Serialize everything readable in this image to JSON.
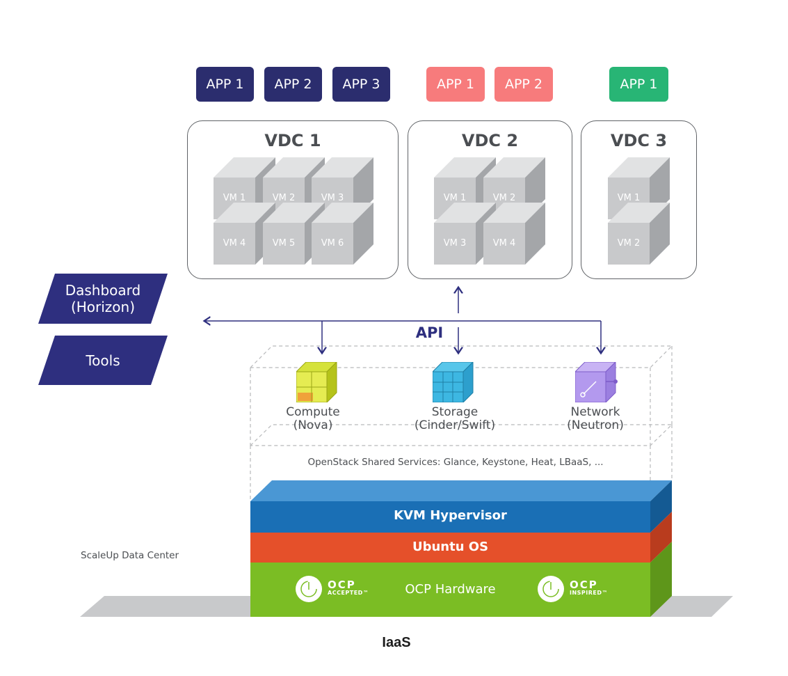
{
  "apps": {
    "group1": [
      "APP 1",
      "APP 2",
      "APP 3"
    ],
    "group2": [
      "APP 1",
      "APP 2"
    ],
    "group3": [
      "APP 1"
    ]
  },
  "colors": {
    "navy": "#2b2d6e",
    "coral": "#f77b7c",
    "green": "#28b575",
    "kvm_blue": "#1a6fb5",
    "ubuntu_orange": "#e5502a",
    "ocp_green": "#7bbd24",
    "api_arrow": "#2e2f7f"
  },
  "vdcs": [
    {
      "title": "VDC 1",
      "vms": [
        "VM 1",
        "VM 2",
        "VM 3",
        "VM 4",
        "VM 5",
        "VM 6"
      ]
    },
    {
      "title": "VDC 2",
      "vms": [
        "VM 1",
        "VM 2",
        "VM 3",
        "VM 4"
      ]
    },
    {
      "title": "VDC 3",
      "vms": [
        "VM 1",
        "VM 2"
      ]
    }
  ],
  "side_tools": {
    "dashboard": "Dashboard (Horizon)",
    "tools": "Tools"
  },
  "api_label": "API",
  "services": [
    {
      "name": "Compute",
      "sub": "(Nova)",
      "icon": "compute-cube-icon"
    },
    {
      "name": "Storage",
      "sub": "(Cinder/Swift)",
      "icon": "storage-cube-icon"
    },
    {
      "name": "Network",
      "sub": "(Neutron)",
      "icon": "network-cube-icon"
    }
  ],
  "shared_services": "OpenStack Shared Services: Glance, Keystone, Heat, LBaaS, ...",
  "layers": {
    "kvm": "KVM Hypervisor",
    "ubuntu": "Ubuntu OS",
    "hardware": "OCP Hardware"
  },
  "ocp_badges": [
    {
      "big": "OCP",
      "small": "ACCEPTED™"
    },
    {
      "big": "OCP",
      "small": "INSPIRED™"
    }
  ],
  "datacenter_label": "ScaleUp Data Center",
  "caption": "IaaS"
}
